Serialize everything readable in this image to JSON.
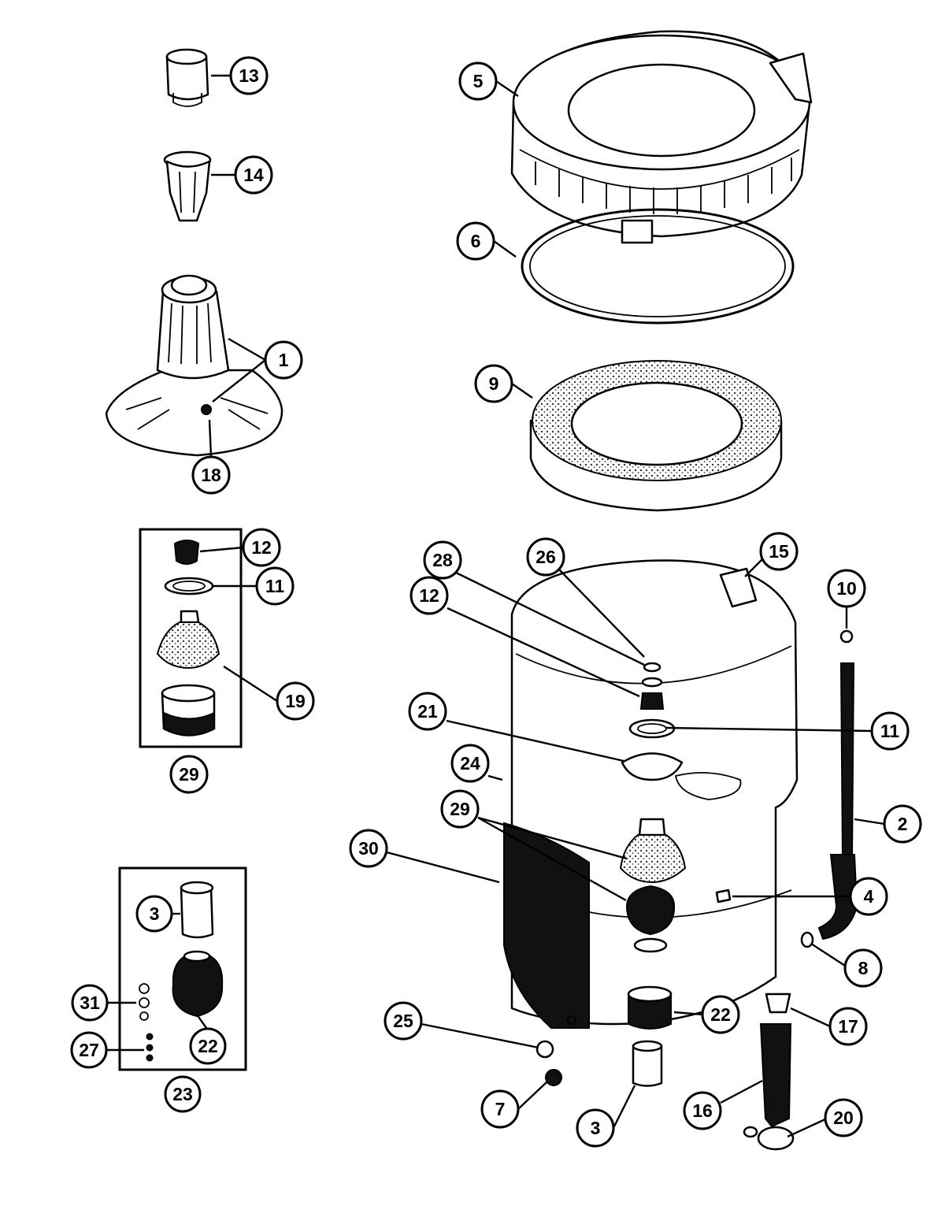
{
  "diagram": {
    "callouts": [
      {
        "id": "c13",
        "label": "13"
      },
      {
        "id": "c14",
        "label": "14"
      },
      {
        "id": "c1",
        "label": "1"
      },
      {
        "id": "c18",
        "label": "18"
      },
      {
        "id": "c12a",
        "label": "12"
      },
      {
        "id": "c11a",
        "label": "11"
      },
      {
        "id": "c19",
        "label": "19"
      },
      {
        "id": "c29a",
        "label": "29"
      },
      {
        "id": "c3a",
        "label": "3"
      },
      {
        "id": "c31",
        "label": "31"
      },
      {
        "id": "c22a",
        "label": "22"
      },
      {
        "id": "c27",
        "label": "27"
      },
      {
        "id": "c23",
        "label": "23"
      },
      {
        "id": "c5",
        "label": "5"
      },
      {
        "id": "c6",
        "label": "6"
      },
      {
        "id": "c9",
        "label": "9"
      },
      {
        "id": "c28",
        "label": "28"
      },
      {
        "id": "c26",
        "label": "26"
      },
      {
        "id": "c15",
        "label": "15"
      },
      {
        "id": "c10",
        "label": "10"
      },
      {
        "id": "c12b",
        "label": "12"
      },
      {
        "id": "c11b",
        "label": "11"
      },
      {
        "id": "c21",
        "label": "21"
      },
      {
        "id": "c24",
        "label": "24"
      },
      {
        "id": "c2",
        "label": "2"
      },
      {
        "id": "c29b",
        "label": "29"
      },
      {
        "id": "c30",
        "label": "30"
      },
      {
        "id": "c4",
        "label": "4"
      },
      {
        "id": "c8",
        "label": "8"
      },
      {
        "id": "c22b",
        "label": "22"
      },
      {
        "id": "c17",
        "label": "17"
      },
      {
        "id": "c25",
        "label": "25"
      },
      {
        "id": "c7",
        "label": "7"
      },
      {
        "id": "c3b",
        "label": "3"
      },
      {
        "id": "c16",
        "label": "16"
      },
      {
        "id": "c20",
        "label": "20"
      }
    ]
  }
}
